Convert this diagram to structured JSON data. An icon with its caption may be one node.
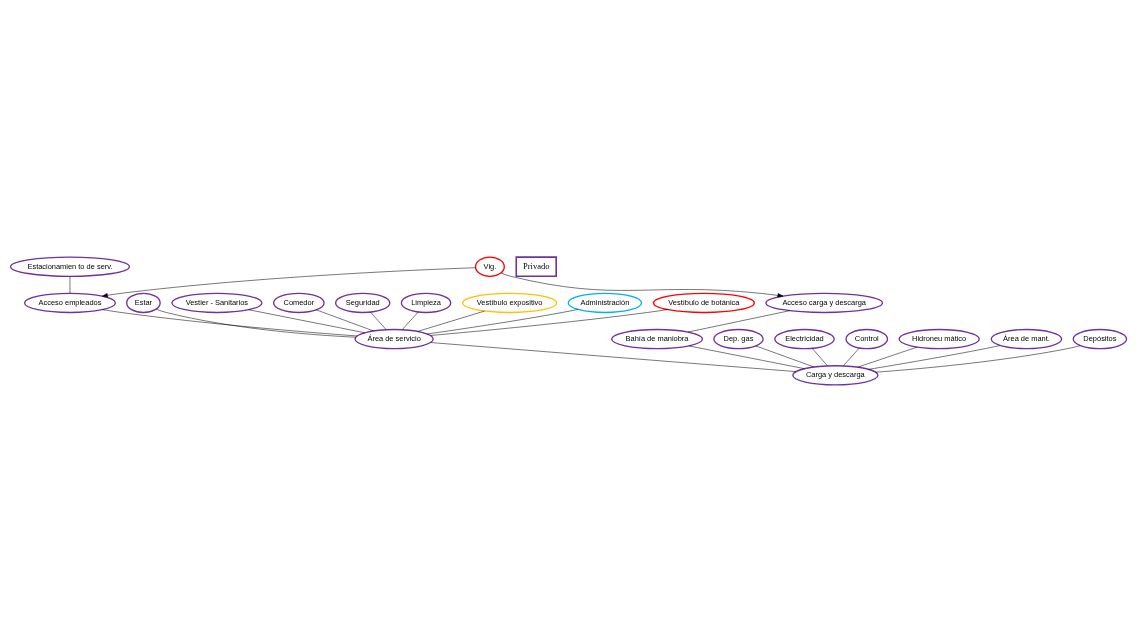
{
  "diagram": {
    "nodes": [
      {
        "text": [
          "Vig."
        ]
      },
      {
        "text": [
          "Acceso empleados"
        ]
      },
      {
        "text": [
          "Acceso carga y descarga"
        ]
      },
      {
        "text": [
          "Estacionamien to de serv."
        ]
      },
      {
        "text": [
          "Estar"
        ]
      },
      {
        "text": [
          "Vestier - Sanitarios"
        ]
      },
      {
        "text": [
          "Comedor"
        ]
      },
      {
        "text": [
          "Bahía de maniobra"
        ]
      },
      {
        "text": [
          "Dep. gas"
        ]
      },
      {
        "text": [
          "Electricidad"
        ]
      },
      {
        "text": [
          "Control"
        ]
      },
      {
        "text": [
          "Hidroneu mático"
        ]
      },
      {
        "text": [
          "Área de servicio"
        ]
      },
      {
        "text": [
          "Seguridad"
        ]
      },
      {
        "text": [
          "Limpieza"
        ]
      },
      {
        "text": [
          "Vestíbulo expositivo"
        ]
      },
      {
        "text": [
          "Administración"
        ]
      },
      {
        "text": [
          "Vestíbulo de botánica"
        ]
      },
      {
        "text": [
          "Carga y descarga"
        ]
      },
      {
        "text": [
          "Área de mant."
        ]
      },
      {
        "text": [
          "Depósitos"
        ]
      }
    ],
    "edges": [
      {
        "from": 0,
        "to": 1,
        "arrow": "to"
      },
      {
        "from": 0,
        "to": 2,
        "arrow": "to"
      },
      {
        "from": 3,
        "to": 1,
        "arrow": "none"
      },
      {
        "from": 1,
        "to": 12,
        "arrow": "none"
      },
      {
        "from": 4,
        "to": 12,
        "arrow": "none"
      },
      {
        "from": 5,
        "to": 12,
        "arrow": "none"
      },
      {
        "from": 6,
        "to": 12,
        "arrow": "none"
      },
      {
        "from": 2,
        "to": 7,
        "arrow": "none"
      },
      {
        "from": 7,
        "to": 18,
        "arrow": "none"
      },
      {
        "from": 8,
        "to": 18,
        "arrow": "none"
      },
      {
        "from": 9,
        "to": 18,
        "arrow": "none"
      },
      {
        "from": 10,
        "to": 18,
        "arrow": "none"
      },
      {
        "from": 11,
        "to": 18,
        "arrow": "none"
      },
      {
        "from": 13,
        "to": 12,
        "arrow": "none"
      },
      {
        "from": 14,
        "to": 12,
        "arrow": "none"
      },
      {
        "from": 15,
        "to": 12,
        "arrow": "none"
      },
      {
        "from": 16,
        "to": 12,
        "arrow": "none"
      },
      {
        "from": 17,
        "to": 12,
        "arrow": "none"
      },
      {
        "from": 12,
        "to": 18,
        "arrow": "none"
      },
      {
        "from": 19,
        "to": 18,
        "arrow": "none"
      },
      {
        "from": 20,
        "to": 18,
        "arrow": "none"
      }
    ],
    "legend": [
      {
        "text": "Privado",
        "color": "#7030a0"
      }
    ]
  }
}
